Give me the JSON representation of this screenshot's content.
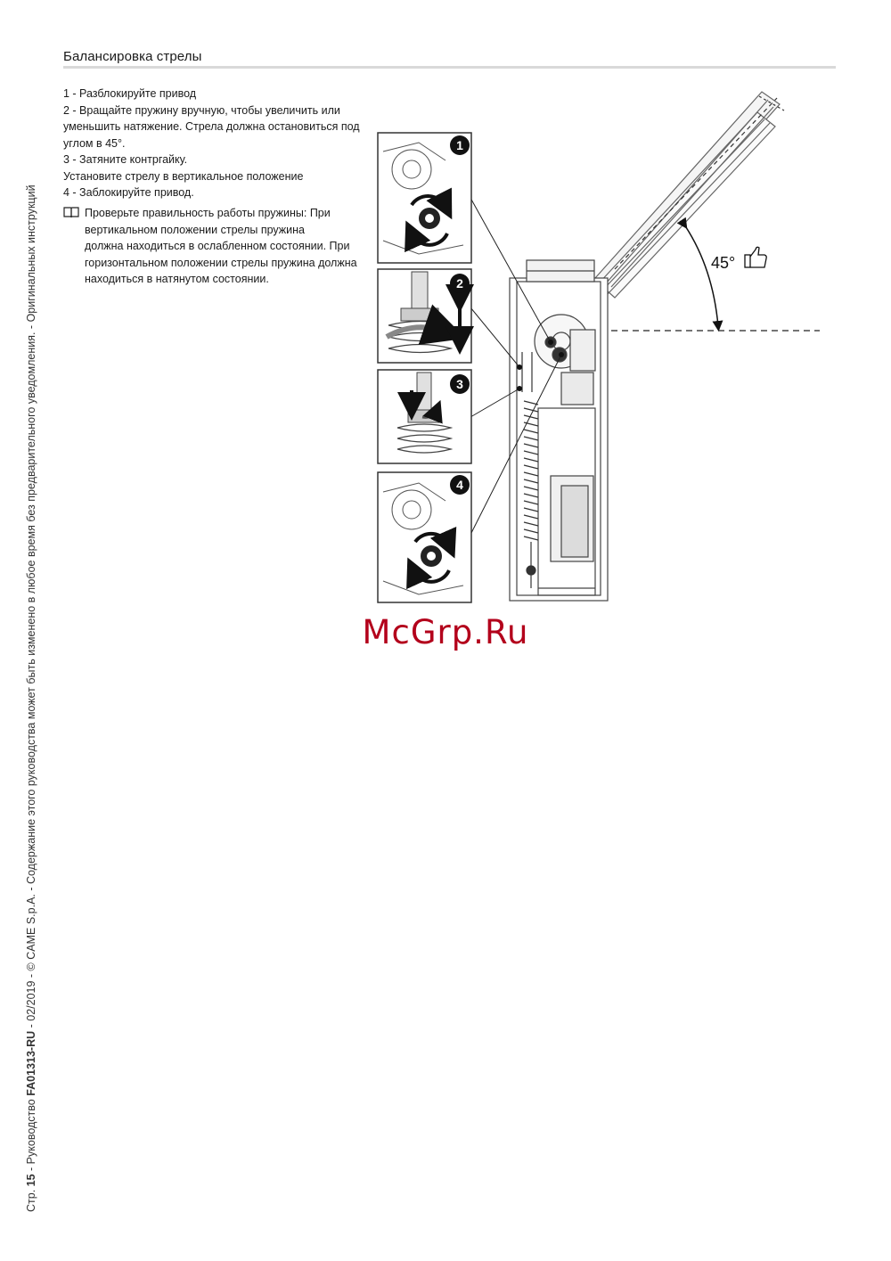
{
  "heading": "Балансировка стрелы",
  "steps": [
    "1 - Разблокируйте привод",
    "2 - Вращайте пружину вручную, чтобы увеличить или",
    "уменьшить натяжение. Стрела должна остановиться под",
    "углом в 45°.",
    "3 - Затяните контргайку.",
    "Установите стрелу в вертикальное положение",
    "4 - Заблокируйте привод."
  ],
  "note_lines": [
    "Проверьте правильность работы пружины: При",
    "вертикальном положении стрелы пружина",
    "должна находиться в ослабленном состоянии. При",
    "горизонтальном положении стрелы пружина должна",
    "находиться в натянутом состоянии."
  ],
  "figure": {
    "angle_label": "45°",
    "step_badges": [
      "1",
      "2",
      "3",
      "4"
    ]
  },
  "footer": {
    "page_prefix": "Стр. ",
    "page_number": "15",
    "doc_prefix": " - Руководство ",
    "doc_code": "FA01313-RU",
    "rest": " - 02/2019 - © CAME S.p.A. - Содержание этого руководства может быть изменено в любое время без предварительного уведомления. - Оригинальных инструкций"
  },
  "watermark": "McGrp.Ru",
  "colors": {
    "watermark": "#b3001b",
    "rule": "#d9d9d9",
    "ink": "#1a1a1a"
  }
}
